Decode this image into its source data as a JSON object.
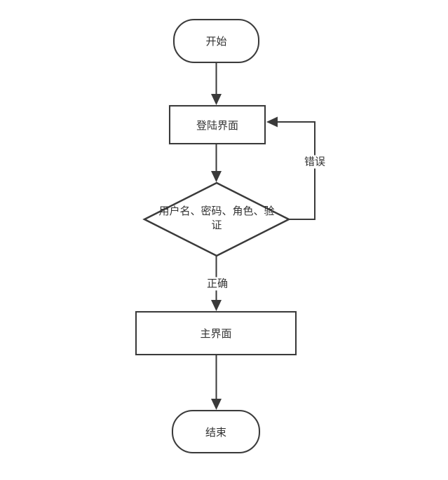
{
  "diagram": {
    "type": "flowchart",
    "colors": {
      "stroke": "#3a3a3a",
      "text": "#333333",
      "background": "#ffffff"
    },
    "nodes": {
      "start": {
        "label": "开始",
        "shape": "terminator"
      },
      "login": {
        "label": "登陆界面",
        "shape": "process"
      },
      "decision": {
        "label": "用户名、密码、角色、验证",
        "shape": "decision"
      },
      "main": {
        "label": "主界面",
        "shape": "process"
      },
      "end": {
        "label": "结束",
        "shape": "terminator"
      }
    },
    "edges": [
      {
        "from": "start",
        "to": "login",
        "label": ""
      },
      {
        "from": "login",
        "to": "decision",
        "label": ""
      },
      {
        "from": "decision",
        "to": "login",
        "label": "错误"
      },
      {
        "from": "decision",
        "to": "main",
        "label": "正确"
      },
      {
        "from": "main",
        "to": "end",
        "label": ""
      }
    ],
    "edge_labels": {
      "error": "错误",
      "correct": "正确"
    }
  }
}
